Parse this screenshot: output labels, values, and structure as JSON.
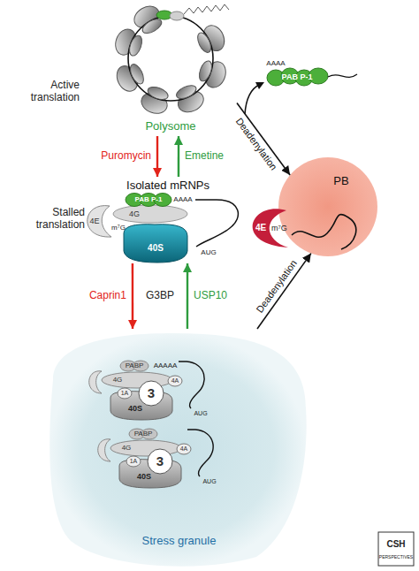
{
  "diagram": {
    "nodes": [
      {
        "text": [
          "Polysome"
        ]
      },
      {
        "text": [
          "Isolated mRNPs"
        ]
      },
      {
        "text": [
          "Stress granule"
        ]
      },
      {
        "text": [
          "PB"
        ]
      }
    ],
    "edges": [
      {
        "from": 0,
        "to": 1,
        "arrow": "to",
        "label": "Puromycin"
      },
      {
        "from": 1,
        "to": 0,
        "arrow": "to",
        "label": "Emetine"
      },
      {
        "from": 1,
        "to": 2,
        "arrow": "to",
        "label": "Caprin1"
      },
      {
        "from": 2,
        "to": 1,
        "arrow": "to",
        "label": "USP10"
      },
      {
        "from": 0,
        "to": 3,
        "arrow": "to",
        "label": "Deadenylation"
      },
      {
        "from": 2,
        "to": 3,
        "arrow": "to",
        "label": "Deadenylation"
      }
    ],
    "labels": [
      "Active translation",
      "Stalled translation",
      "G3BP",
      "PAB P-1",
      "AAAA",
      "4G",
      "4E",
      "m⁷G",
      "PAB P-1",
      "AAAA",
      "40S",
      "AUG",
      "4E",
      "m⁷G",
      "PABP",
      "AAAAA",
      "4G",
      "1A",
      "3",
      "4A",
      "40S",
      "AUG",
      "PABP",
      "4G",
      "1A",
      "3",
      "4A",
      "40S",
      "AUG",
      "CSH",
      "PERSPECTIVES"
    ]
  }
}
